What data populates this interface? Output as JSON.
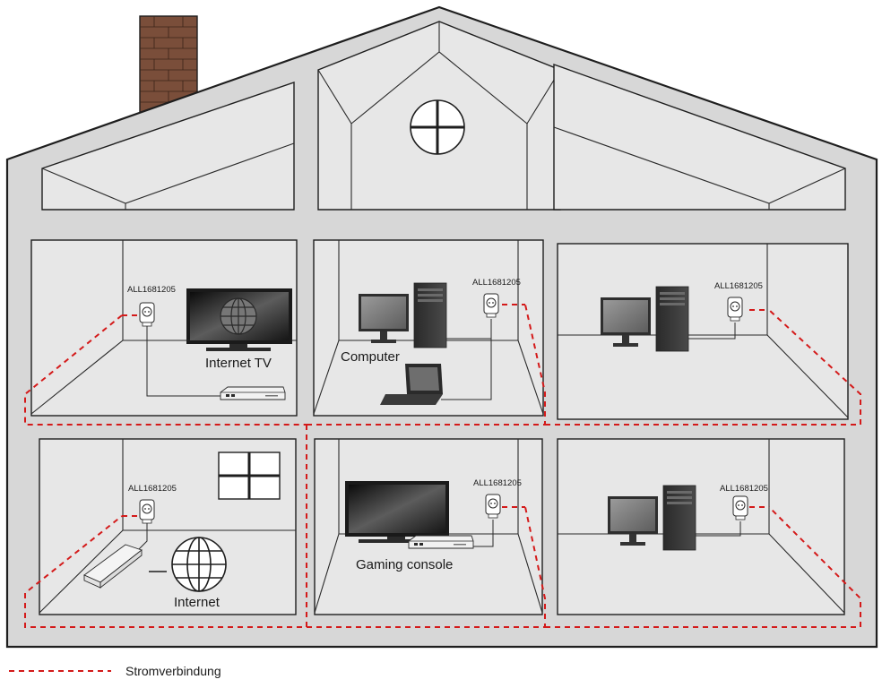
{
  "adapter_model": "ALL1681205",
  "devices": {
    "internet_tv": "Internet TV",
    "computer": "Computer",
    "gaming_console": "Gaming console",
    "internet": "Internet"
  },
  "legend": {
    "label": "Stromverbindung",
    "color": "#d41a1a"
  },
  "colors": {
    "house_fill": "#d7d7d7",
    "room_fill": "#e7e7e7",
    "chimney": "#7a4e3a",
    "power_line": "#d41a1a"
  }
}
